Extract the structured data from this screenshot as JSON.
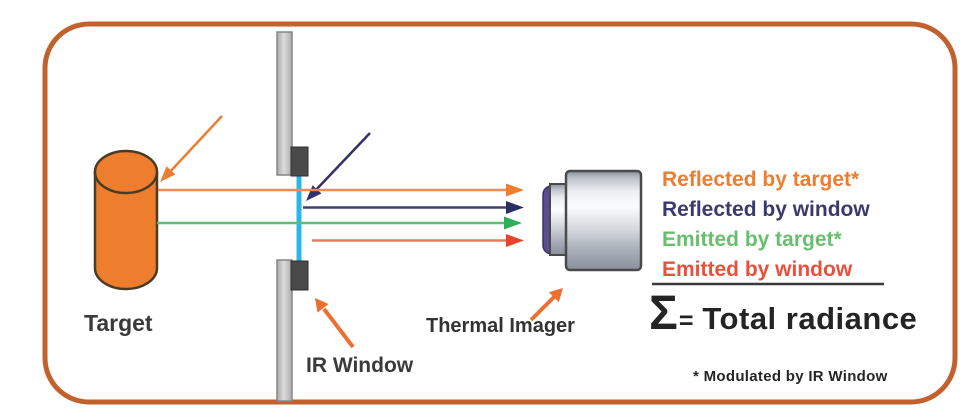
{
  "scene": {
    "target_label": "Target",
    "ir_window_label": "IR Window",
    "thermal_imager_label": "Thermal Imager"
  },
  "legend": {
    "items": [
      {
        "label": "Reflected by target*",
        "color": "#ED7D31"
      },
      {
        "label": "Reflected by window",
        "color": "#3B3A6C"
      },
      {
        "label": "Emitted by target*",
        "color": "#68BF6E"
      },
      {
        "label": "Emitted by window",
        "color": "#E8513B"
      }
    ]
  },
  "summary": {
    "sigma": "Σ",
    "equals": "=",
    "label": "Total radiance",
    "footnote": "* Modulated by IR Window"
  },
  "colors": {
    "frame_border": "#C2612C",
    "target_fill": "#EE7D2E",
    "window_glass": "#2BB7E6",
    "panel_gray": "#C6C6C6",
    "mount_dark": "#4A4A4A",
    "lens_purple": "#5C4C91",
    "annotation_arrow": "#ED7031",
    "ray_reflected_target": "#ED7D31",
    "ray_reflected_window": "#32316B",
    "ray_emitted_target": "#3FB163",
    "ray_emitted_window": "#E8503A",
    "text_dark": "#262626"
  }
}
